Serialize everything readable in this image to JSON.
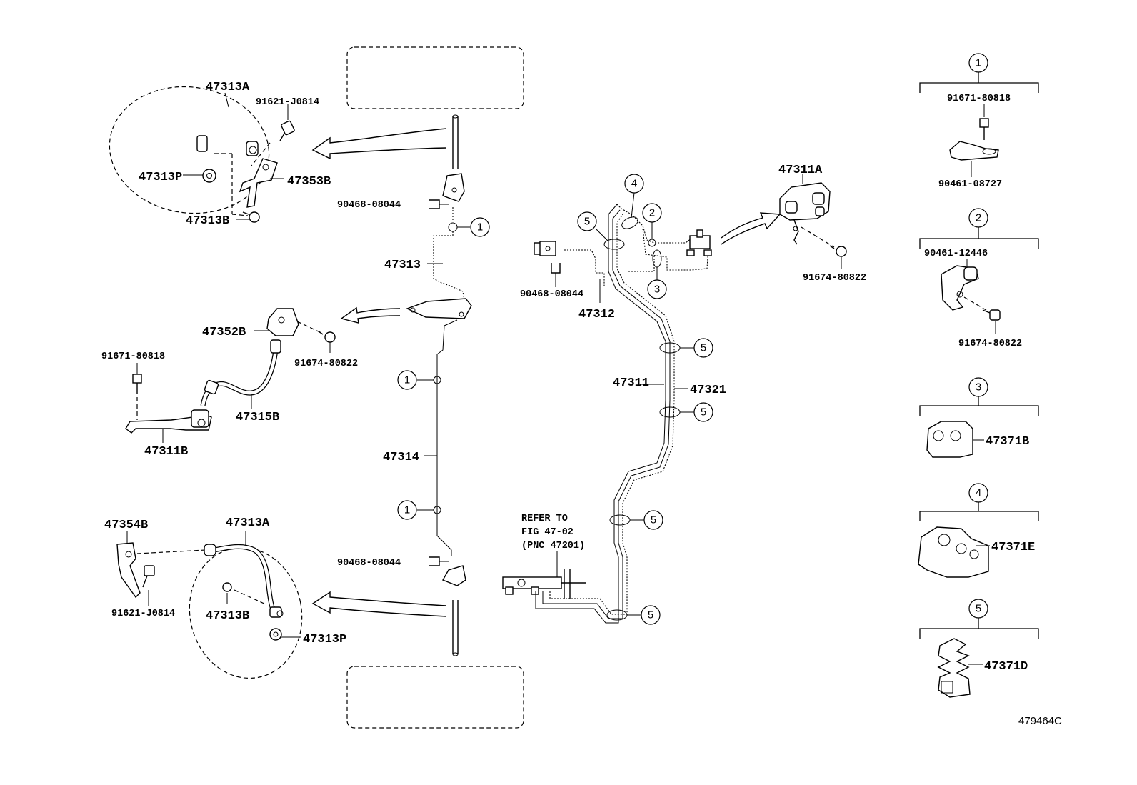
{
  "labels": {
    "p47313A_top": "47313A",
    "p91621_J0814_top": "91621-J0814",
    "p47313P_top": "47313P",
    "p47353B": "47353B",
    "p47313B_top": "47313B",
    "p90468_08044_a": "90468-08044",
    "p47313": "47313",
    "p47352B": "47352B",
    "p91674_80822_mid": "91674-80822",
    "p91671_80818_left": "91671-80818",
    "p47315B": "47315B",
    "p47311B": "47311B",
    "p47314": "47314",
    "p90468_08044_b": "90468-08044",
    "p47312": "47312",
    "p47311": "47311",
    "p47321": "47321",
    "p47311A": "47311A",
    "p91674_80822_right": "91674-80822",
    "p47354B": "47354B",
    "p47313A_bot": "47313A",
    "p91621_J0814_bot": "91621-J0814",
    "p47313B_bot": "47313B",
    "p47313P_bot": "47313P",
    "p90468_08044_c": "90468-08044",
    "refer_line1": "REFER TO",
    "refer_line2": "FIG 47-02",
    "refer_line3": "(PNC 47201)"
  },
  "callouts": {
    "c1": "1",
    "c2": "2",
    "c3": "3",
    "c4": "4",
    "c5": "5"
  },
  "legend": {
    "g1_title": "1",
    "g1_part_a": "91671-80818",
    "g1_part_b": "90461-08727",
    "g2_title": "2",
    "g2_part_a": "90461-12446",
    "g2_part_b": "91674-80822",
    "g3_title": "3",
    "g3_part": "47371B",
    "g4_title": "4",
    "g4_part": "47371E",
    "g5_title": "5",
    "g5_part": "47371D"
  },
  "figure_id": "479464C"
}
